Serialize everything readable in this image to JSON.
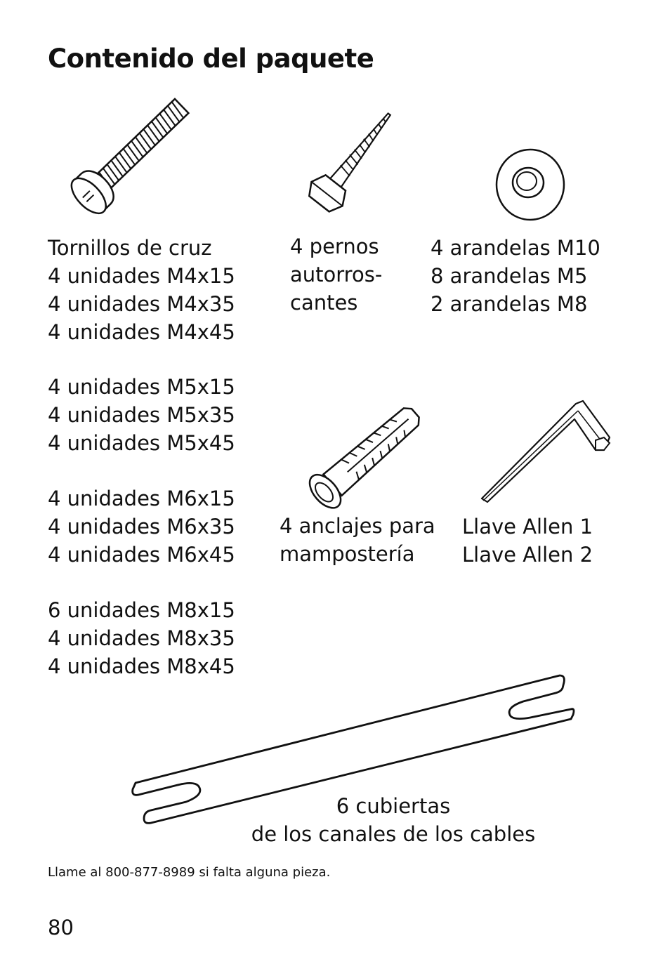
{
  "page": {
    "title": "Contenido del paquete",
    "footer_note": "Llame al 800-877-8989 si falta alguna pieza.",
    "page_number": "80"
  },
  "items": {
    "screws": {
      "heading": "Tornillos de cruz",
      "group1": [
        "4 unidades M4x15",
        "4 unidades M4x35",
        "4 unidades M4x45"
      ],
      "group2": [
        "4 unidades M5x15",
        "4 unidades M5x35",
        "4 unidades M5x45"
      ],
      "group3": [
        "4 unidades M6x15",
        "4 unidades M6x35",
        "4 unidades M6x45"
      ],
      "group4": [
        "6 unidades M8x15",
        "4 unidades M8x35",
        "4 unidades M8x45"
      ]
    },
    "lag_bolts": {
      "lines": [
        "4 pernos",
        "autorros-",
        "cantes"
      ]
    },
    "washers": {
      "lines": [
        "4 arandelas M10",
        "8 arandelas M5",
        "2 arandelas M8"
      ]
    },
    "anchors": {
      "lines": [
        "4 anclajes para",
        "mampostería"
      ]
    },
    "allen_keys": {
      "lines": [
        "Llave Allen 1",
        "Llave Allen 2"
      ]
    },
    "cable_covers": {
      "lines": [
        "6 cubiertas",
        "de los canales de los cables"
      ]
    }
  },
  "icons": [
    "phillips-screw-icon",
    "lag-bolt-icon",
    "washer-icon",
    "masonry-anchor-icon",
    "allen-key-icon",
    "cable-cover-icon"
  ]
}
